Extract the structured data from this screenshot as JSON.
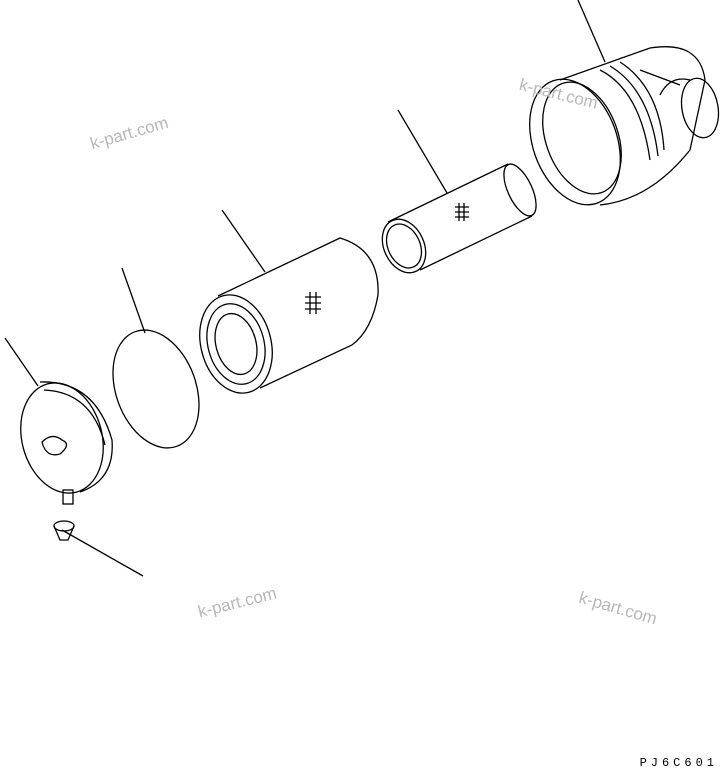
{
  "drawing_code": "PJ6C601",
  "watermarks": [
    "k-part.com",
    "k-part.com",
    "k-part.com",
    "k-part.com"
  ],
  "parts": [
    "housing",
    "inner-element",
    "outer-element",
    "gasket",
    "cover",
    "valve"
  ],
  "colors": {
    "line": "#000000",
    "watermark": "#b8b8b8",
    "background": "#ffffff"
  }
}
